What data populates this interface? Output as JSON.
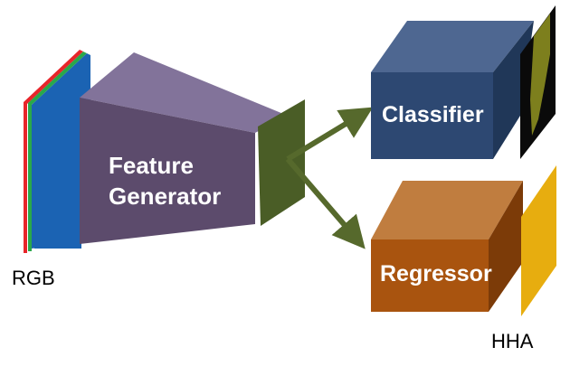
{
  "diagram": {
    "input_label": "RGB",
    "output_label": "HHA",
    "feature_generator": {
      "line1": "Feature",
      "line2": "Generator"
    },
    "classifier_label": "Classifier",
    "regressor_label": "Regressor"
  },
  "colors": {
    "rgb_red": "#e8252a",
    "rgb_green": "#2aa84a",
    "rgb_blue": "#1b63b3",
    "generator_front": "#5c4b6c",
    "generator_top": "#82739a",
    "feature_map": "#4a5d26",
    "arrow": "#56692c",
    "classifier_front": "#2d4872",
    "classifier_top": "#4e6791",
    "classifier_side": "#203758",
    "regressor_front": "#a9540f",
    "regressor_top": "#c07d3f",
    "regressor_side": "#7c3b08",
    "output_mask": "#0a0a0a",
    "output_mask_region": "#8a8c1f",
    "hha": "#e7ad0f"
  }
}
